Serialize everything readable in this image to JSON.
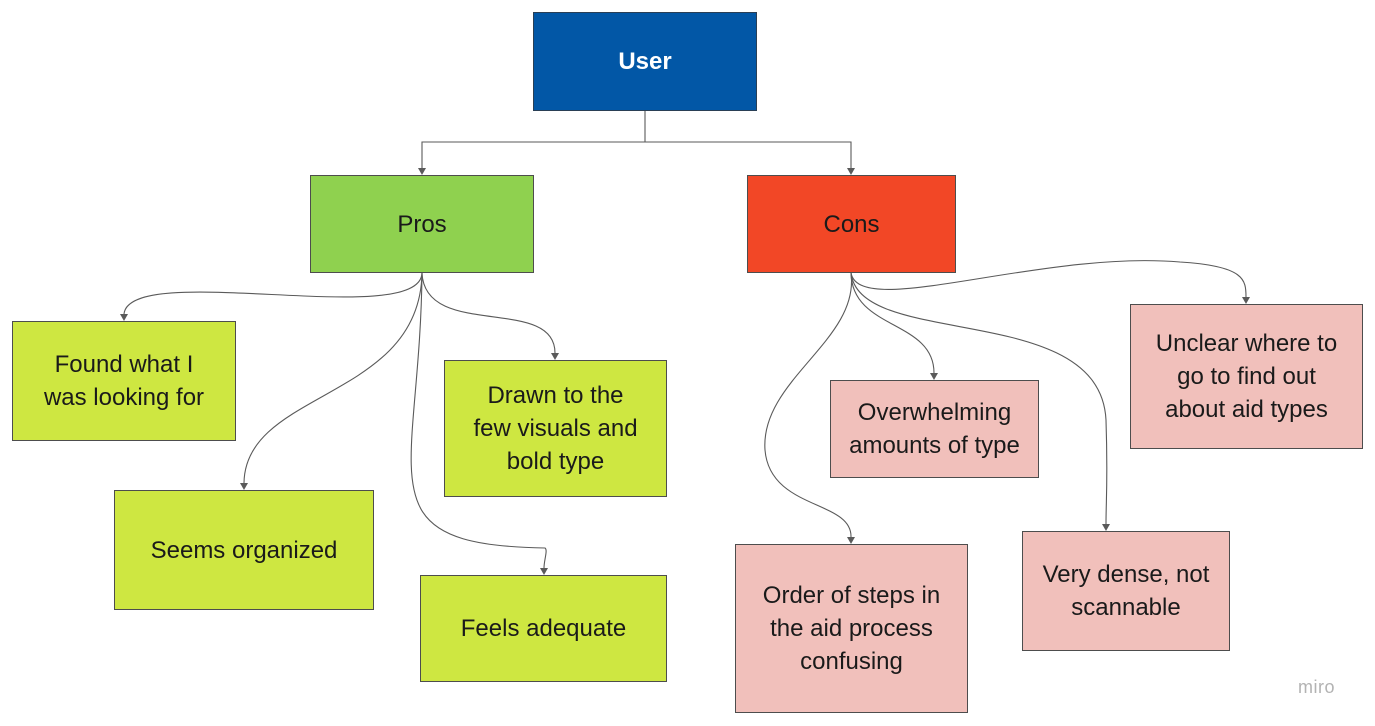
{
  "root": {
    "label": "User",
    "color": "#0257a6"
  },
  "pros": {
    "label": "Pros",
    "color": "#8fd14f",
    "notes": [
      {
        "label": "Found what I was looking for"
      },
      {
        "label": "Seems organized"
      },
      {
        "label": "Drawn to the few visuals and bold type"
      },
      {
        "label": "Feels adequate"
      }
    ],
    "note_color": "#cee741"
  },
  "cons": {
    "label": "Cons",
    "color": "#f24726",
    "notes": [
      {
        "label": "Overwhelming amounts of type"
      },
      {
        "label": "Unclear where to go to find out about aid types"
      },
      {
        "label": "Order of steps in the aid process confusing"
      },
      {
        "label": "Very dense, not scannable"
      }
    ],
    "note_color": "#f1c0bb"
  },
  "watermark": "miro"
}
